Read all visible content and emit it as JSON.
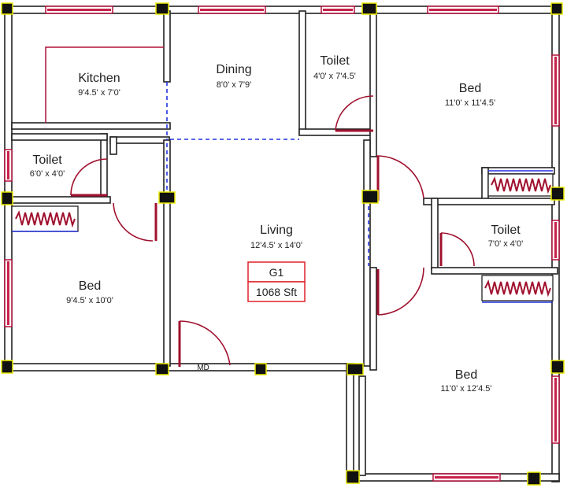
{
  "plan": {
    "rooms": {
      "kitchen": {
        "name": "Kitchen",
        "dim": "9'4.5' x 7'0'"
      },
      "dining": {
        "name": "Dining",
        "dim": "8'0' x 7'9'"
      },
      "toilet_top": {
        "name": "Toilet",
        "dim": "4'0' x 7'4.5'"
      },
      "bed_top_right": {
        "name": "Bed",
        "dim": "11'0' x 11'4.5'"
      },
      "toilet_left": {
        "name": "Toilet",
        "dim": "6'0' x 4'0'"
      },
      "bed_left": {
        "name": "Bed",
        "dim": "9'4.5' x 10'0'"
      },
      "living": {
        "name": "Living",
        "dim": "12'4.5' x 14'0'"
      },
      "toilet_right": {
        "name": "Toilet",
        "dim": "7'0' x 4'0'"
      },
      "bed_bottom_right": {
        "name": "Bed",
        "dim": "11'0' x 12'4.5'"
      }
    },
    "unit": {
      "id": "G1",
      "area": "1068 Sft"
    },
    "main_door_label": "MD",
    "colors": {
      "wall": "#222222",
      "door": "#a0102e",
      "opening": "#2233dd",
      "column": "#111111",
      "badge": "#e0202a"
    }
  }
}
